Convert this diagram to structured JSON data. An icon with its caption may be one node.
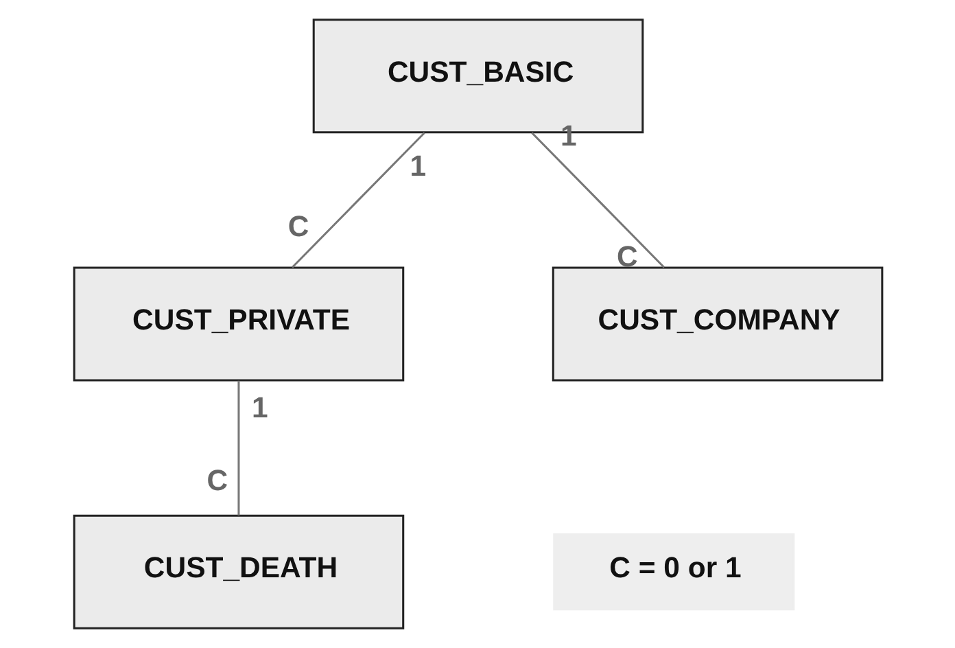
{
  "diagram": {
    "nodes": [
      {
        "text": [
          "CUST_BASIC"
        ]
      },
      {
        "text": [
          "CUST_PRIVATE"
        ]
      },
      {
        "text": [
          "CUST_COMPANY"
        ]
      },
      {
        "text": [
          "CUST_DEATH"
        ]
      },
      {
        "text": [
          "C = 0 or 1"
        ]
      }
    ],
    "edges": [
      {
        "from": 0,
        "to": 1,
        "arrow": "none"
      },
      {
        "from": 0,
        "to": 2,
        "arrow": "none"
      },
      {
        "from": 1,
        "to": 3,
        "arrow": "none"
      }
    ],
    "labels": [
      "1",
      "1",
      "C",
      "C",
      "1",
      "C"
    ]
  }
}
